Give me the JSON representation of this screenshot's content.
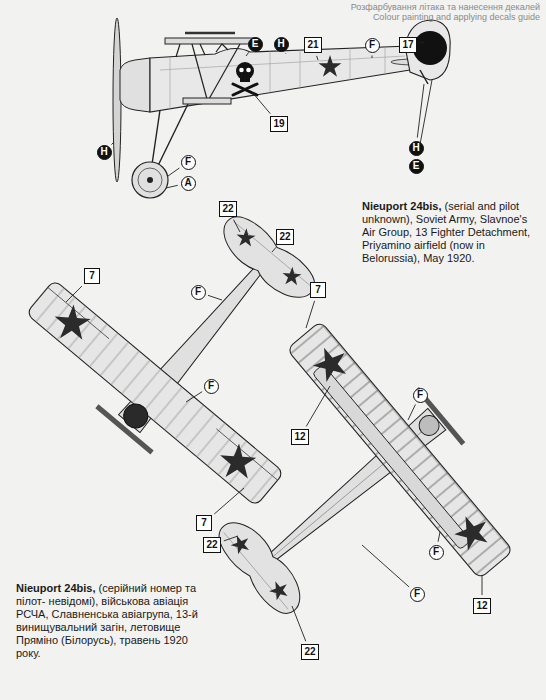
{
  "diagram": {
    "nodes": [
      {
        "text": [
          "E"
        ]
      },
      {
        "text": [
          "H"
        ]
      },
      {
        "text": [
          "21"
        ]
      },
      {
        "text": [
          "F"
        ]
      },
      {
        "text": [
          "17"
        ]
      },
      {
        "text": [
          "19"
        ]
      },
      {
        "text": [
          "H"
        ]
      },
      {
        "text": [
          "E"
        ]
      },
      {
        "text": [
          "H"
        ]
      },
      {
        "text": [
          "F"
        ]
      },
      {
        "text": [
          "A"
        ]
      },
      {
        "text": [
          "7"
        ]
      },
      {
        "text": [
          "22"
        ]
      },
      {
        "text": [
          "22"
        ]
      },
      {
        "text": [
          "F"
        ]
      },
      {
        "text": [
          "F"
        ]
      },
      {
        "text": [
          "7"
        ]
      },
      {
        "text": [
          "7"
        ]
      },
      {
        "text": [
          "12"
        ]
      },
      {
        "text": [
          "F"
        ]
      },
      {
        "text": [
          "F"
        ]
      },
      {
        "text": [
          "F"
        ]
      },
      {
        "text": [
          "12"
        ]
      },
      {
        "text": [
          "22"
        ]
      },
      {
        "text": [
          "22"
        ]
      }
    ],
    "labels": [
      "Розфарбування літака та нанесення декалей",
      "Colour painting and applying decals guide",
      "Nieuport 24bis,",
      "(serial and pilot unknown), Soviet Army, Slavnoe's Air Group, 13 Fighter Detachment, Priyamino airfield (now in Belorussia), May 1920.",
      "Nieuport 24bis,",
      "(серійний номер та пілот- невідомі), військова авіація РСЧА, Славненська авіагрупа, 13-й винищувальний загін, летовище Пряміно (Білорусь), травень 1920 року."
    ]
  }
}
